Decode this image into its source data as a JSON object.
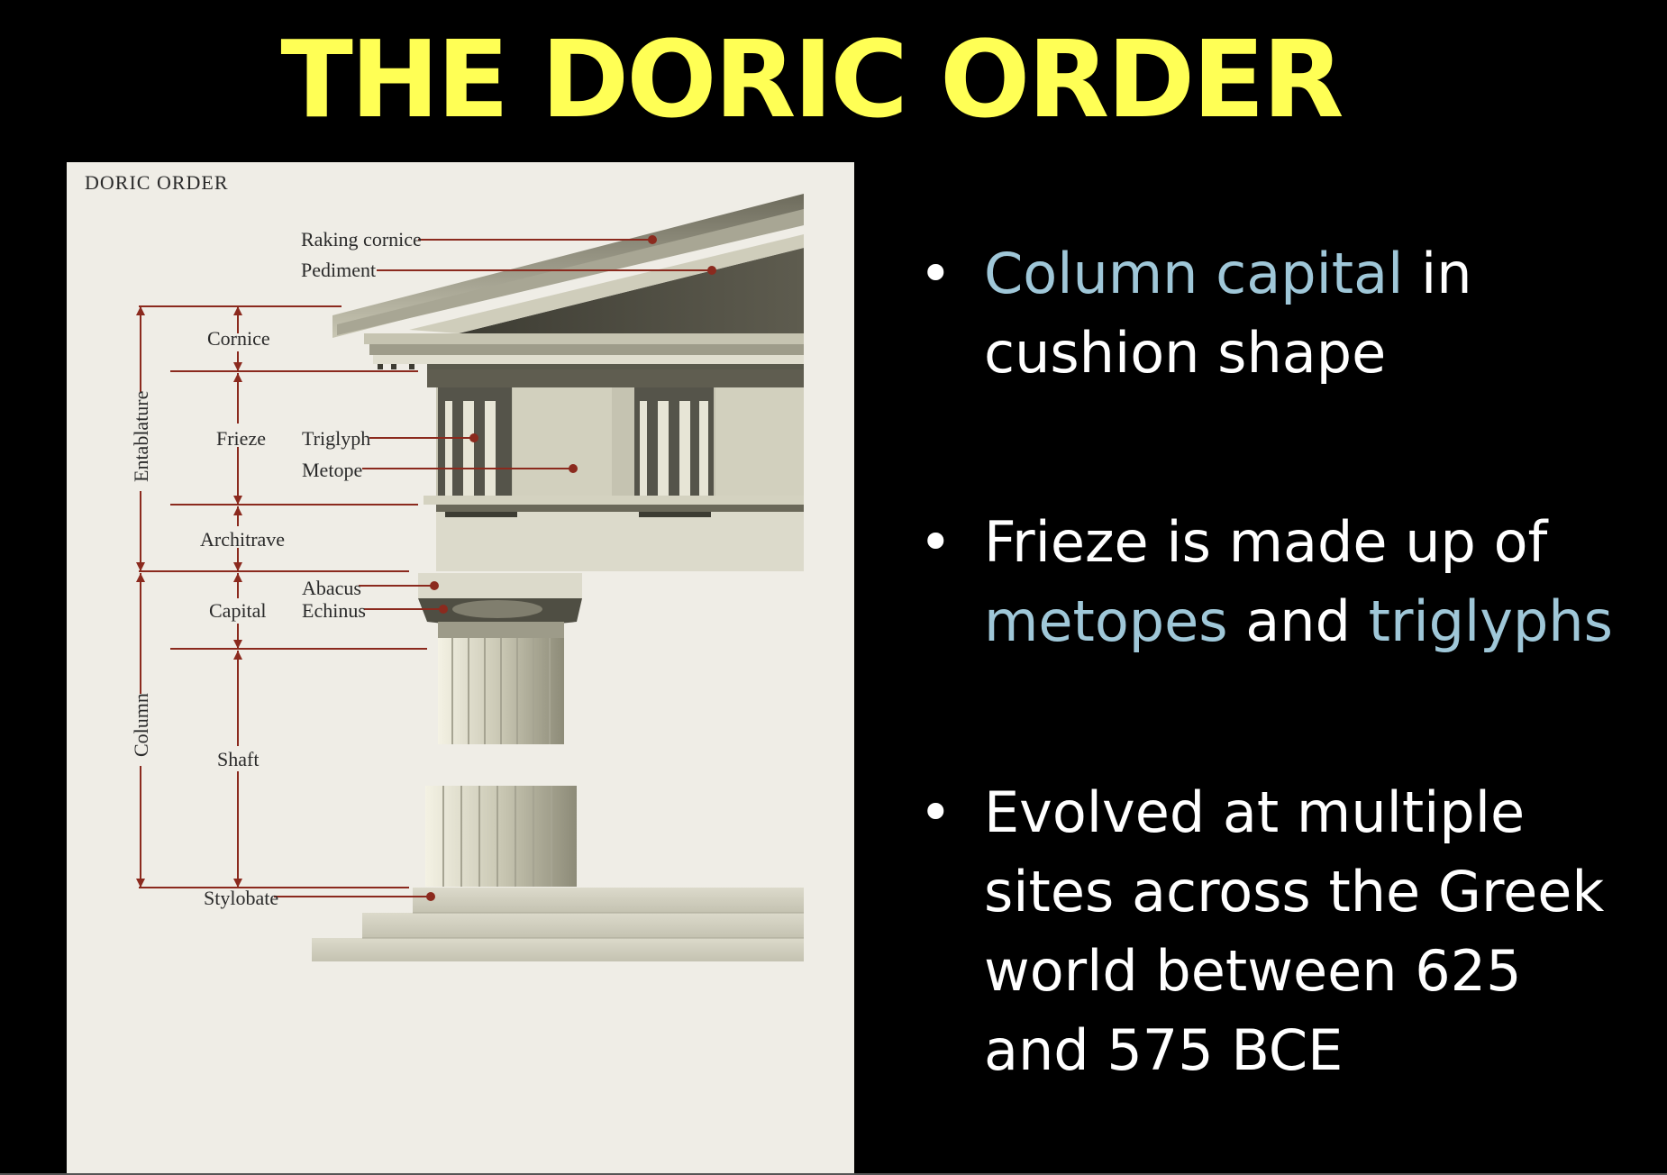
{
  "slide": {
    "title": "THE DORIC ORDER"
  },
  "diagram": {
    "heading": "DORIC ORDER",
    "labels": {
      "raking_cornice": "Raking cornice",
      "pediment": "Pediment",
      "cornice": "Cornice",
      "entablature": "Entablature",
      "frieze": "Frieze",
      "triglyph": "Triglyph",
      "metope": "Metope",
      "architrave": "Architrave",
      "abacus": "Abacus",
      "capital": "Capital",
      "echinus": "Echinus",
      "column": "Column",
      "shaft": "Shaft",
      "stylobate": "Stylobate"
    },
    "colors": {
      "leader": "#8b2a1e",
      "stone": "#d9d7c6",
      "shadow": "#4a4a3e",
      "background": "#efede6"
    }
  },
  "bullets": [
    {
      "marker": "•",
      "highlight": "Column capital",
      "rest_before": "",
      "rest_after": " in cushion shape"
    },
    {
      "marker": "•",
      "text_before": "Frieze is made up of ",
      "highlight1": "metopes",
      "middle": " and ",
      "highlight2": "triglyphs"
    },
    {
      "marker": "•",
      "text": "Evolved at multiple sites across the Greek world between 625 and 575 BCE"
    }
  ],
  "colors": {
    "title": "#ffff55",
    "highlight": "#9fc7d8",
    "text": "#ffffff",
    "background": "#000000"
  }
}
